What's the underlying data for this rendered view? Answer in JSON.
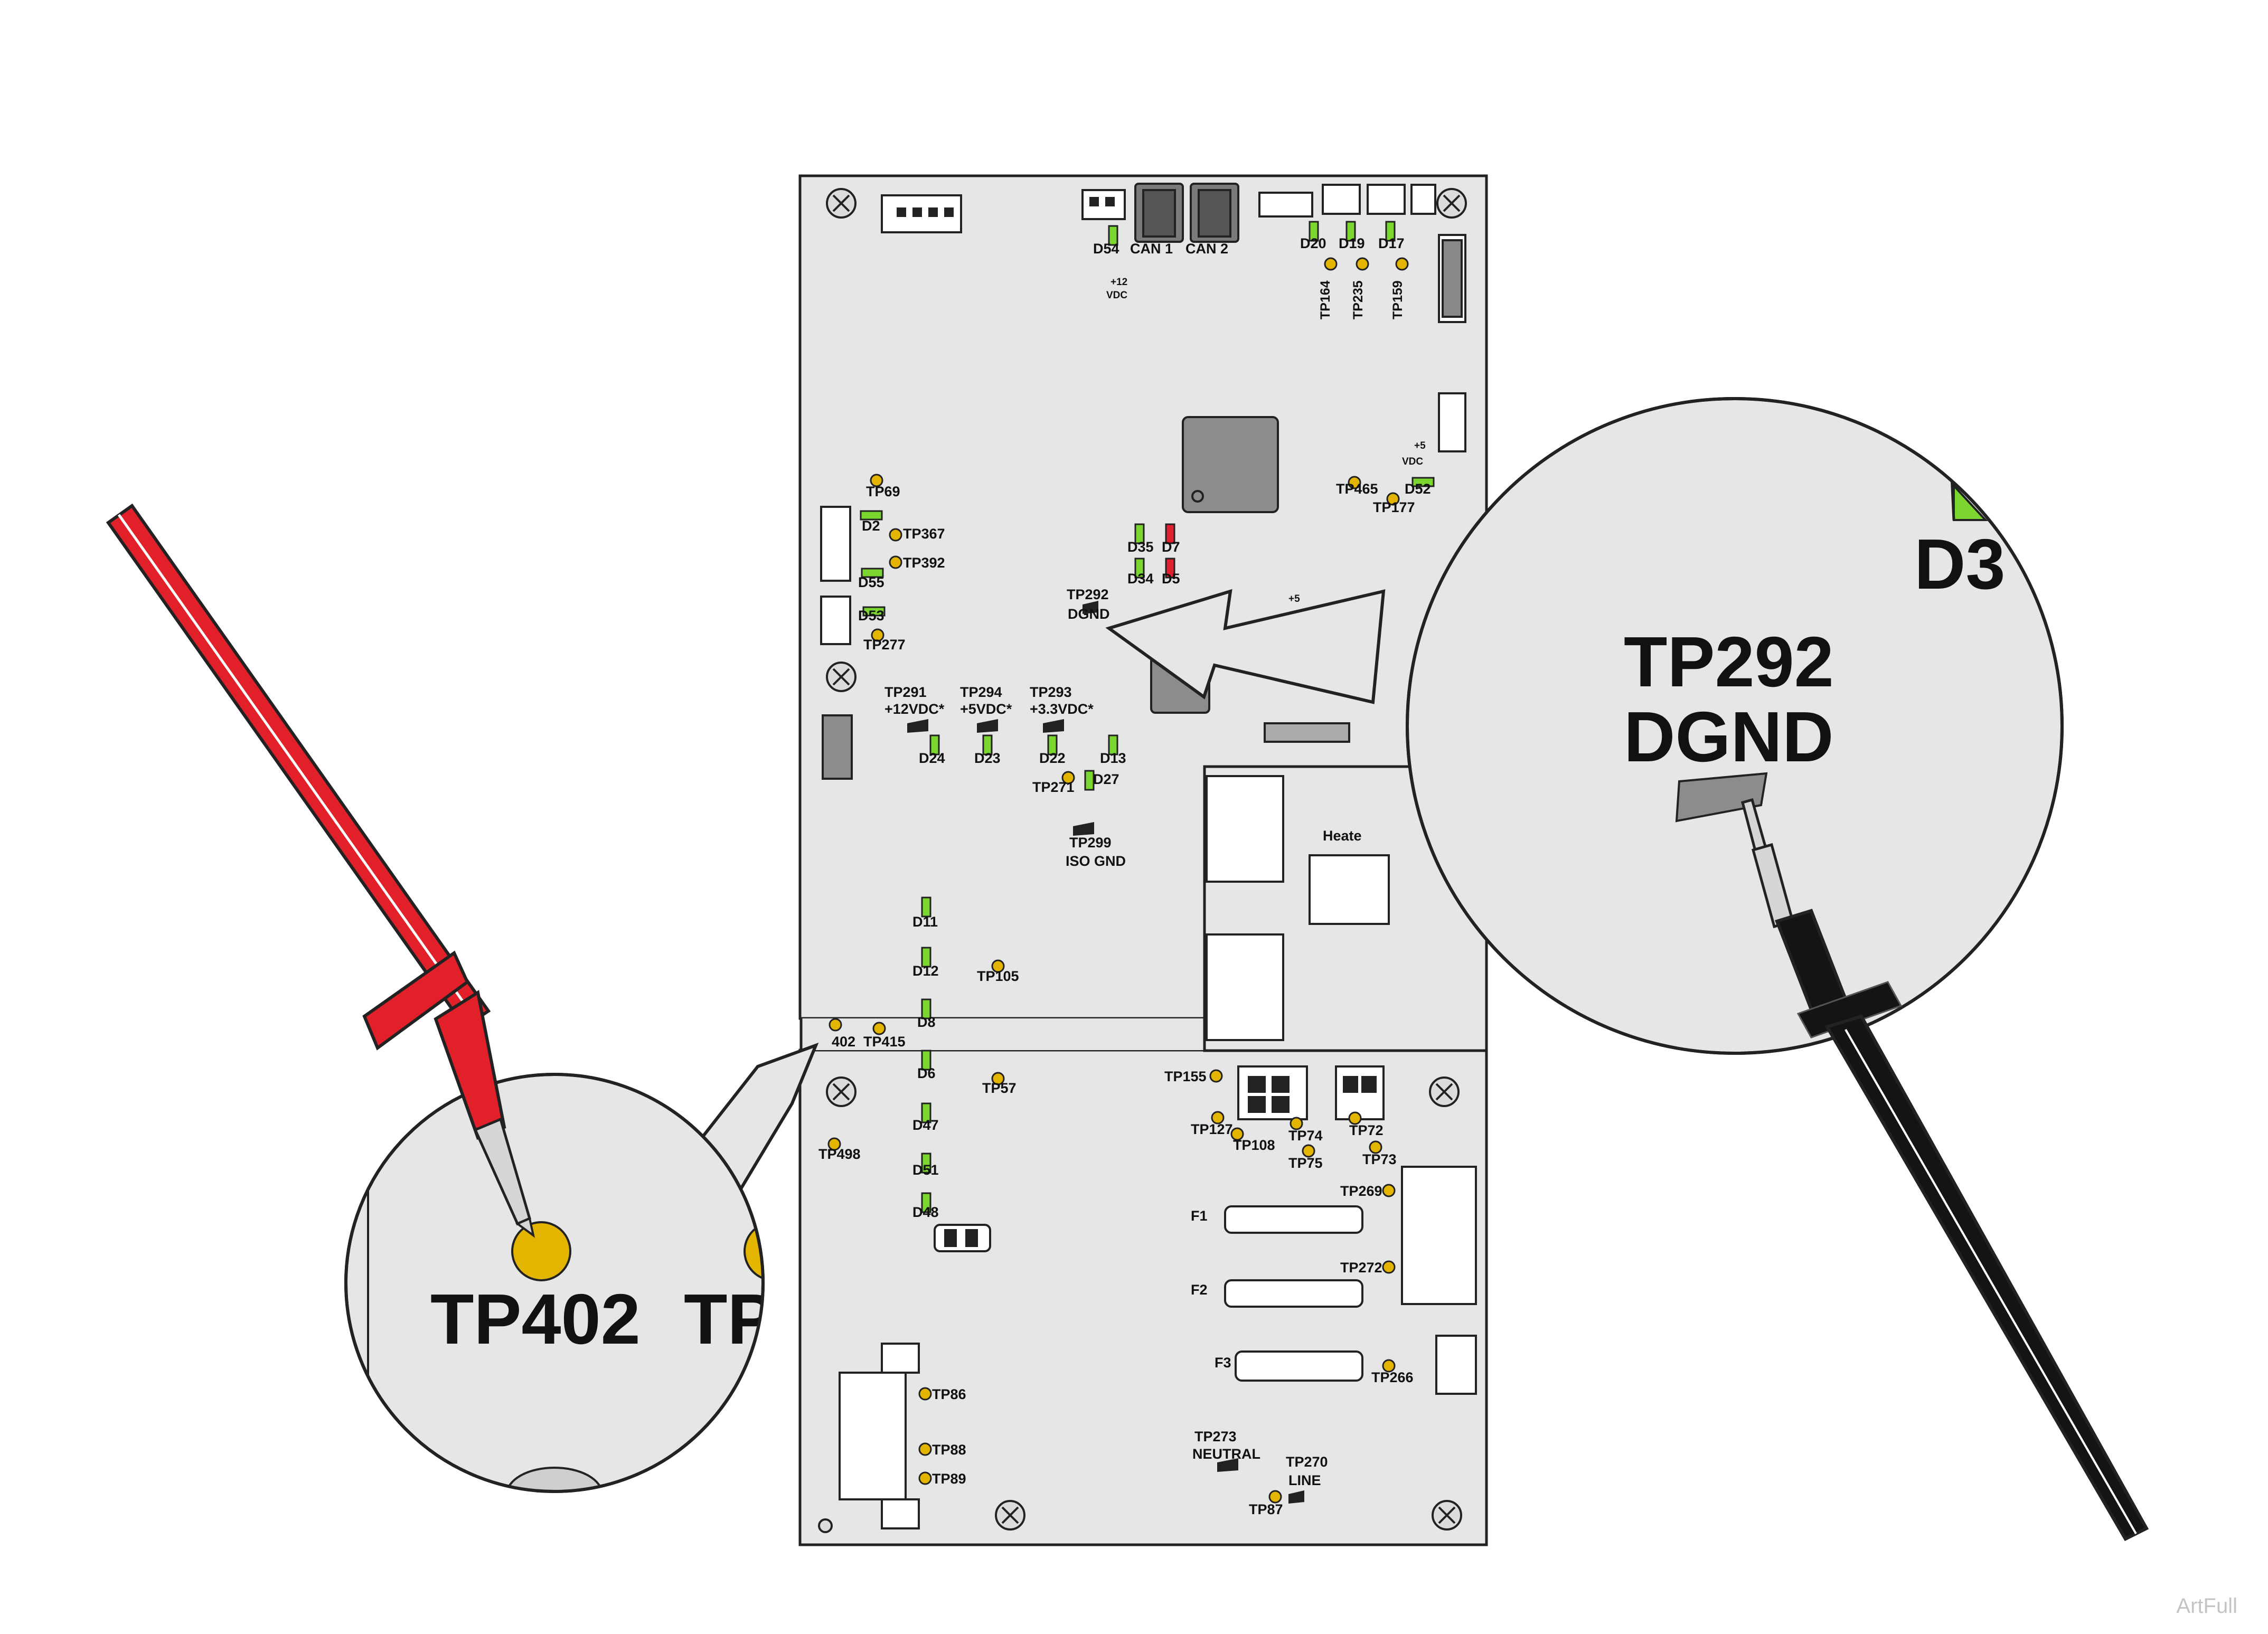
{
  "watermark": "ArtFull",
  "colors": {
    "board": "#e6e6e6",
    "outline": "#222222",
    "testpoint": "#e3b400",
    "led_green": "#7bd62f",
    "led_red": "#e0202c",
    "probe_red": "#e2202a",
    "probe_black": "#141414",
    "component_gray": "#8c8c8c"
  },
  "board": {
    "connectors": {
      "can1": "CAN 1",
      "can2": "CAN 2"
    },
    "power_labels": {
      "v12_top": "+12",
      "v12_bottom": "VDC",
      "v5_top": "+5",
      "v5_bottom": "VDC",
      "v5_short": "+5"
    },
    "heater_label": "Heate",
    "fuses": {
      "f1": "F1",
      "f2": "F2",
      "f3": "F3"
    },
    "leds_top": {
      "d54": "D54",
      "d20": "D20",
      "d19": "D19",
      "d17": "D17"
    },
    "tp_vertical": {
      "tp164": "TP164",
      "tp235": "TP235",
      "tp159": "TP159"
    },
    "left_group": {
      "tp69": "TP69",
      "d2": "D2",
      "tp367": "TP367",
      "tp392": "TP392",
      "d55": "D55",
      "d53": "D53",
      "tp277": "TP277"
    },
    "center_group": {
      "d35": "D35",
      "d7": "D7",
      "d34": "D34",
      "d5": "D5",
      "tp292": "TP292",
      "dgnd": "DGND",
      "tp465": "TP465",
      "d52": "D52",
      "tp177": "TP177"
    },
    "power_tps": {
      "tp291": "TP291",
      "v12": "+12VDC*",
      "tp294": "TP294",
      "v5": "+5VDC*",
      "tp293": "TP293",
      "v33": "+3.3VDC*",
      "d24": "D24",
      "d23": "D23",
      "d22": "D22",
      "d13": "D13",
      "tp271": "TP271",
      "d27": "D27",
      "tp299": "TP299",
      "iso_gnd": "ISO GND"
    },
    "lower_left": {
      "d11": "D11",
      "d12": "D12",
      "tp105": "TP105",
      "d8": "D8",
      "tp402_partial": "402",
      "tp415": "TP415",
      "d6": "D6",
      "tp57": "TP57",
      "d47": "D47",
      "tp498": "TP498",
      "d51": "D51",
      "d48": "D48"
    },
    "lower_right": {
      "tp155": "TP155",
      "tp127": "TP127",
      "tp108": "TP108",
      "tp74": "TP74",
      "tp72": "TP72",
      "tp75": "TP75",
      "tp73": "TP73",
      "tp269": "TP269",
      "tp272": "TP272",
      "tp266": "TP266",
      "tp273": "TP273",
      "neutral": "NEUTRAL",
      "tp270": "TP270",
      "line": "LINE",
      "tp87": "TP87"
    },
    "bottom_left": {
      "tp86": "TP86",
      "tp88": "TP88",
      "tp89": "TP89"
    }
  },
  "callout_left": {
    "main": "TP402",
    "partial": "TP"
  },
  "callout_right": {
    "line1": "TP292",
    "line2": "DGND",
    "partial": "D3"
  }
}
